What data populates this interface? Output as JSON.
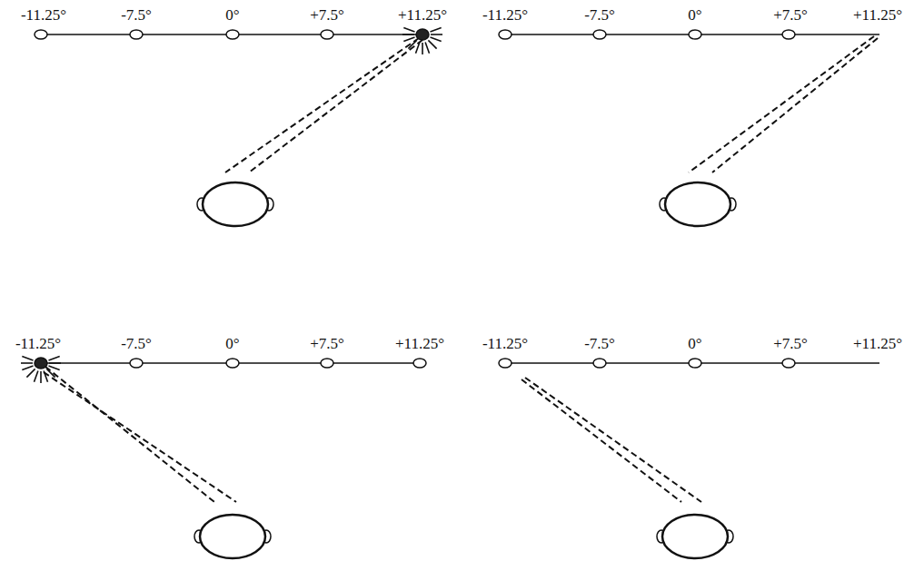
{
  "diagram": {
    "labels": [
      "-11.25°",
      "-7.5°",
      "0°",
      "+7.5°",
      "+11.25°",
      "-11.25°",
      "-7.5°",
      "0°",
      "+7.5°",
      "+11.25°",
      "-11.25°",
      "-7.5°",
      "0°",
      "+7.5°",
      "+11.25°",
      "-11.25°",
      "-7.5°",
      "0°",
      "+7.5°",
      "+11.25°"
    ]
  }
}
